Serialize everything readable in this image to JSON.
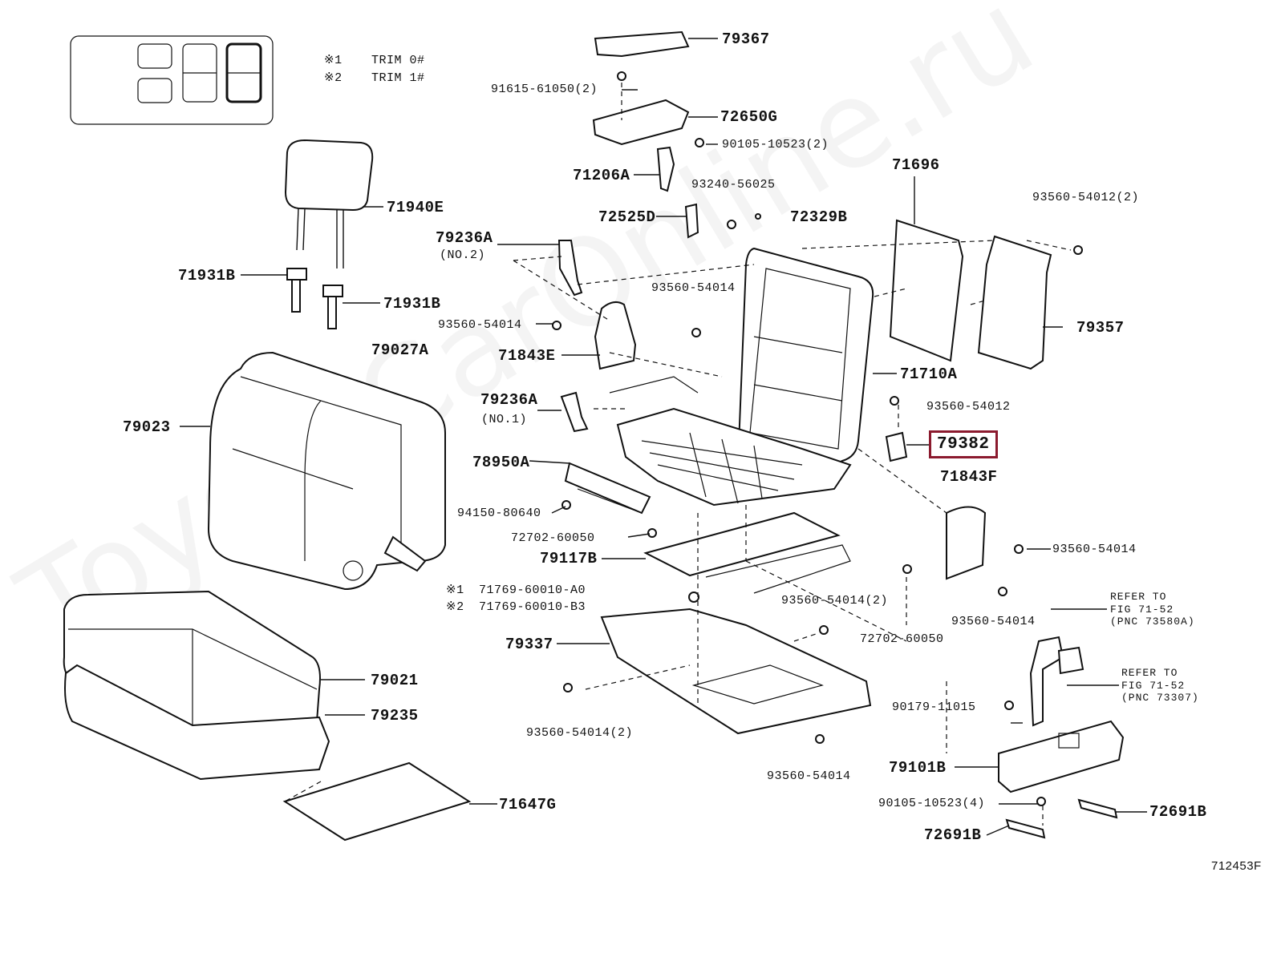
{
  "trim_legend": [
    {
      "mark": "※1",
      "text": "TRIM  0#"
    },
    {
      "mark": "※2",
      "text": "TRIM  1#"
    }
  ],
  "parts": {
    "p79367": "79367",
    "p91615": "91615-61050(2)",
    "p72650G": "72650G",
    "p90105a": "90105-10523(2)",
    "p71206A": "71206A",
    "p93240": "93240-56025",
    "p72525D": "72525D",
    "p72329B": "72329B",
    "p71696": "71696",
    "p93560_2": "93560-54012(2)",
    "p71940E": "71940E",
    "p79236A2": "79236A",
    "p79236A2_note": "(NO.2)",
    "p71931B_1": "71931B",
    "p71931B_2": "71931B",
    "p93560_54014_a": "93560-54014",
    "p93560_54014_b": "93560-54014",
    "p71843E": "71843E",
    "p79357": "79357",
    "p79027A": "79027A",
    "p71710A": "71710A",
    "p93560_54012": "93560-54012",
    "p79023": "79023",
    "p79236A1": "79236A",
    "p79236A1_note": "(NO.1)",
    "p79382": "79382",
    "p78950A": "78950A",
    "p71843F": "71843F",
    "p94150": "94150-80640",
    "p72702a": "72702-60050",
    "p93560_54014_c": "93560-54014",
    "p79117B": "79117B",
    "p71769_1": "71769-60010-A0",
    "p71769_2": "71769-60010-B3",
    "p93560_54014_2": "93560-54014(2)",
    "p93560_54014_d": "93560-54014",
    "p79337": "79337",
    "p72702b": "72702-60050",
    "p79021": "79021",
    "p79235": "79235",
    "p90179": "90179-11015",
    "p93560_54014_2b": "93560-54014(2)",
    "p93560_54014_e": "93560-54014",
    "p79101B": "79101B",
    "p71647G": "71647G",
    "p90105b": "90105-10523(4)",
    "p72691B_1": "72691B",
    "p72691B_2": "72691B"
  },
  "marks": {
    "m1": "※1",
    "m2": "※2"
  },
  "refer1": {
    "l1": "REFER TO",
    "l2": "FIG 71-52",
    "l3": "(PNC 73580A)"
  },
  "refer2": {
    "l1": "REFER TO",
    "l2": "FIG 71-52",
    "l3": "(PNC 73307)"
  },
  "figure_code": "712453F",
  "watermark": "ToyotaCarOnline.ru",
  "colors": {
    "highlight": "#8b1a2e",
    "ink": "#111111"
  }
}
